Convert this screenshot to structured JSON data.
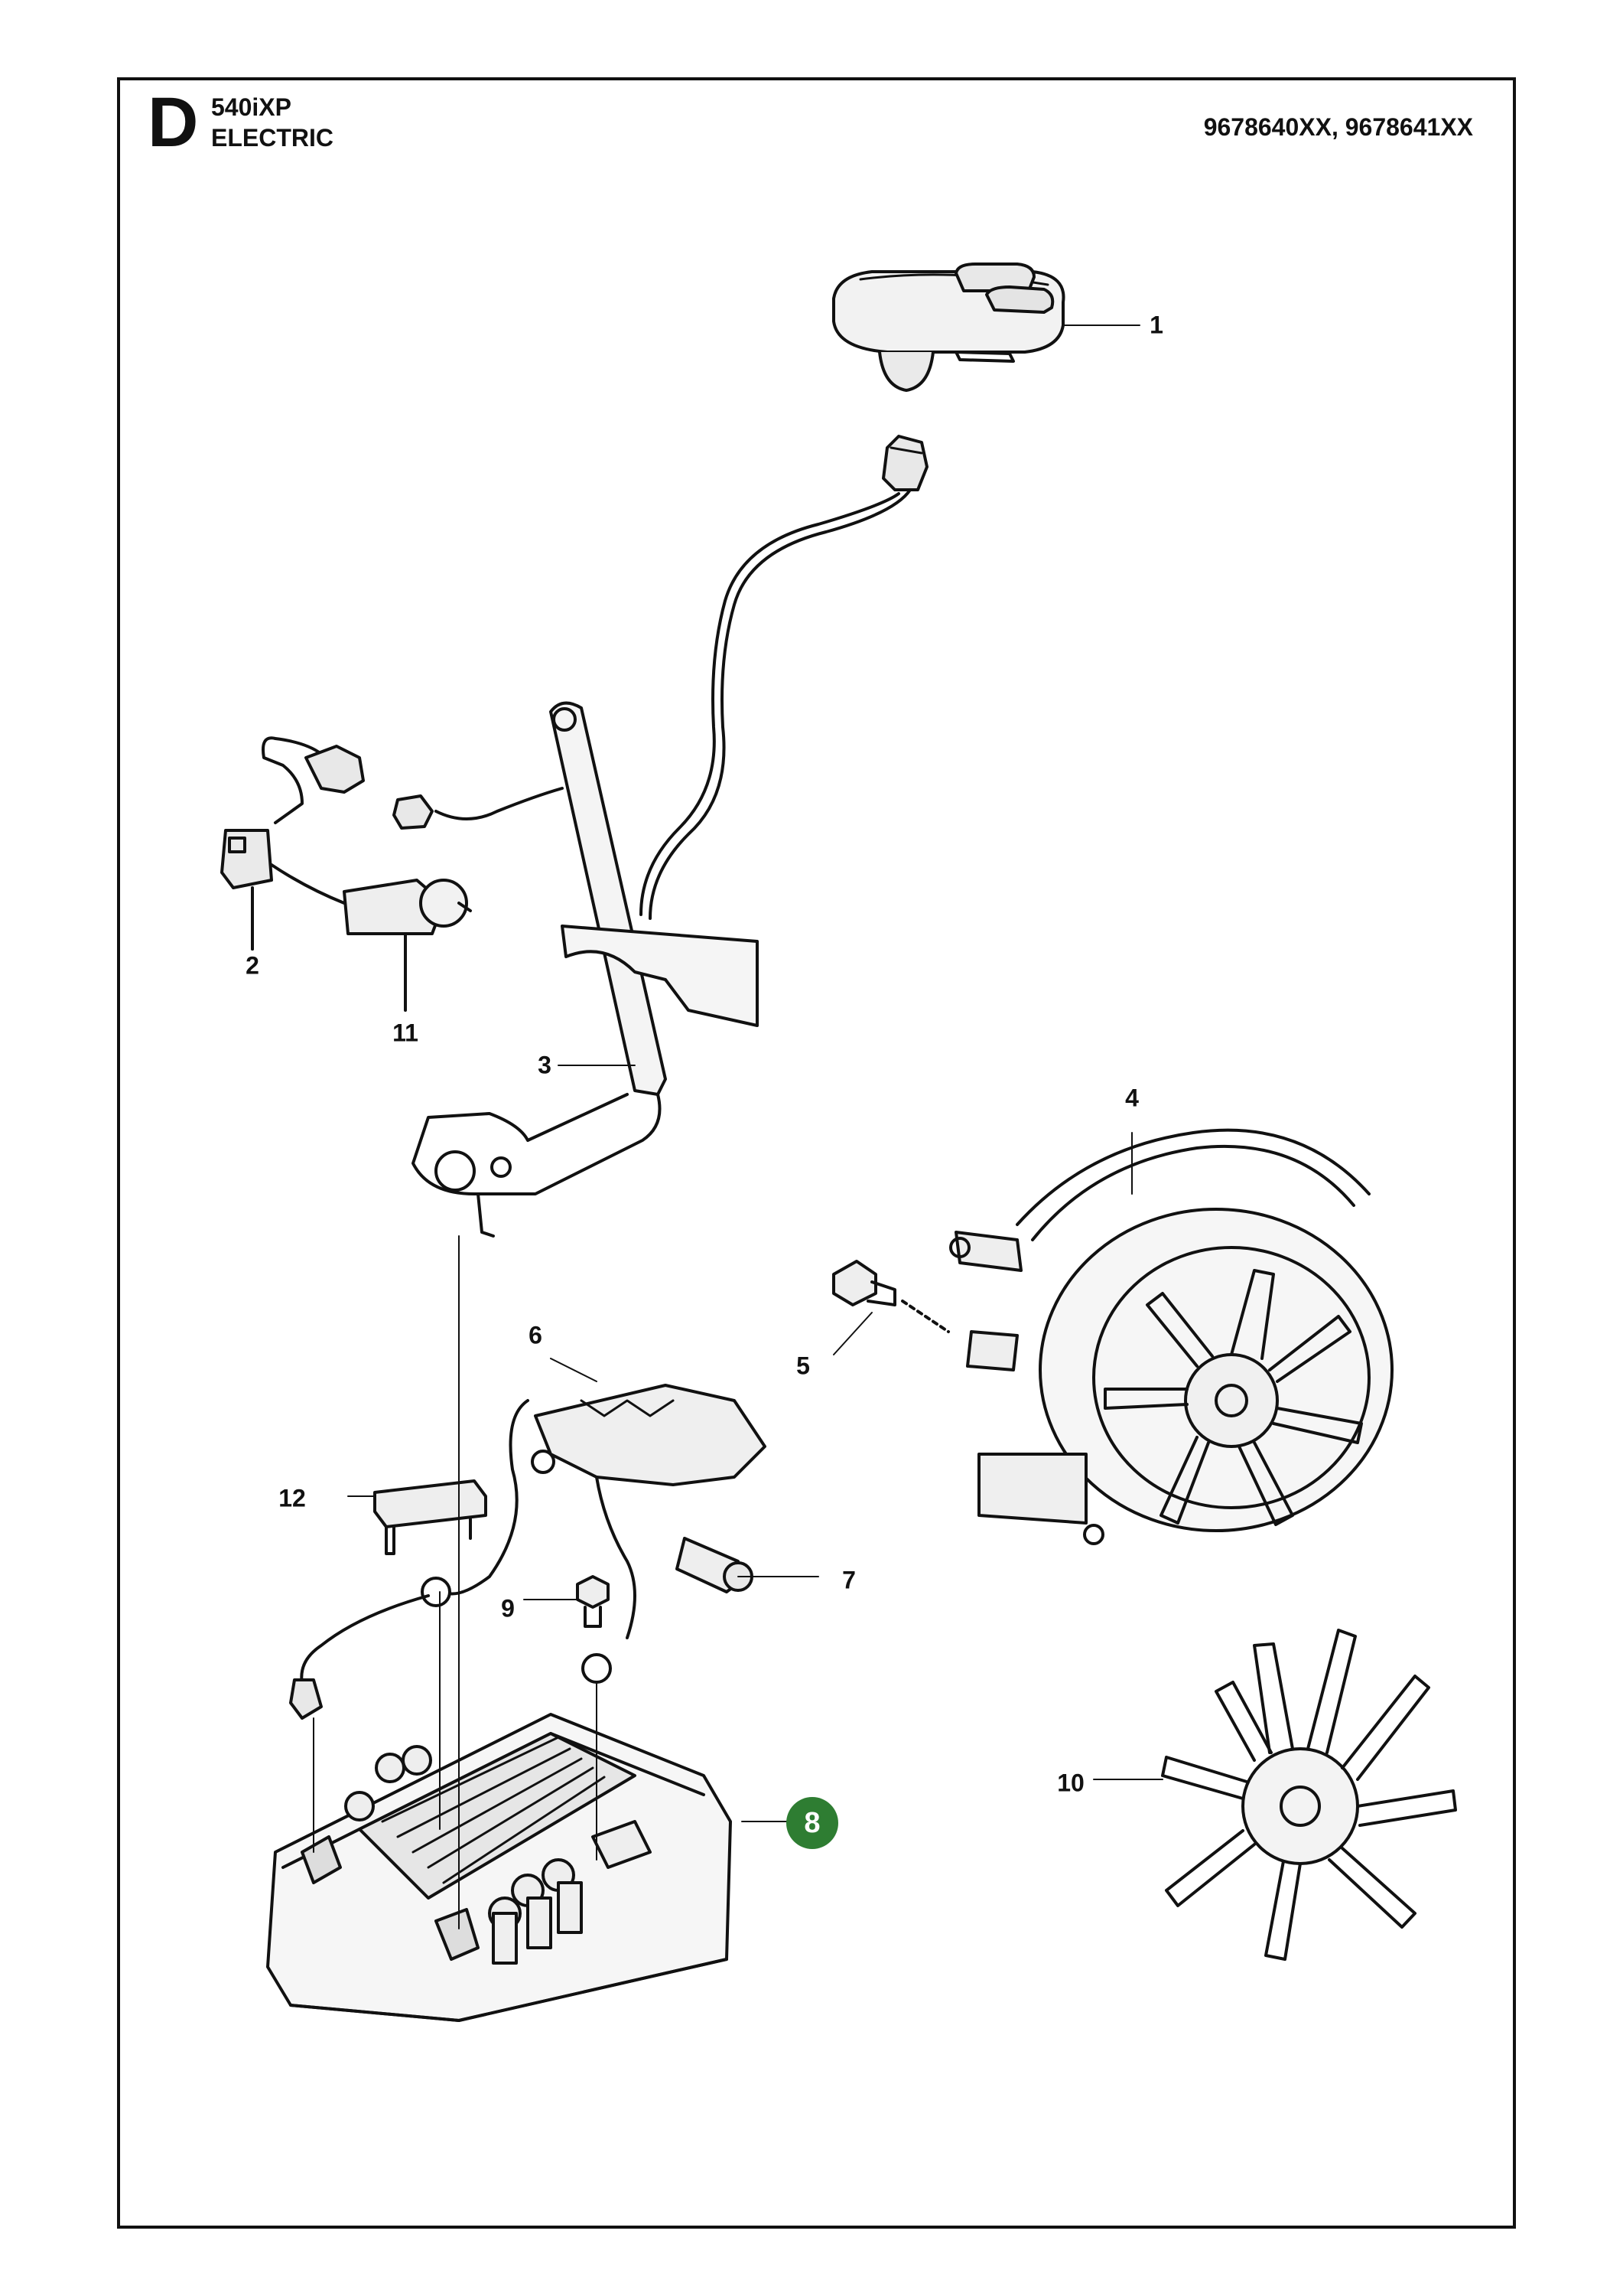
{
  "header": {
    "section_letter": "D",
    "model": "540iXP",
    "group": "ELECTRIC",
    "part_numbers": "9678640XX, 9678641XX"
  },
  "callouts": [
    "1",
    "2",
    "3",
    "4",
    "5",
    "6",
    "7",
    "8",
    "9",
    "10",
    "11",
    "12"
  ],
  "highlight_callout": "8",
  "colors": {
    "highlight": "#2e7d32",
    "line": "#111111"
  }
}
